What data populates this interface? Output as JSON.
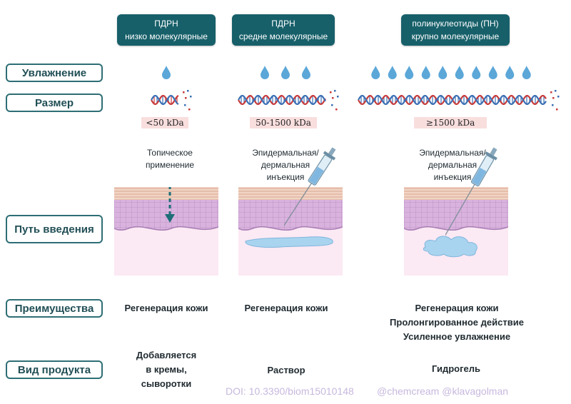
{
  "columns": [
    {
      "title_line1": "ПДРН",
      "title_line2": "низко молекулярные",
      "size": "<50 kDa",
      "route_label_line1": "Топическое",
      "route_label_line2": "применение",
      "benefits": [
        "Регенерация кожи"
      ],
      "product_lines": [
        "Добавляется",
        "в кремы,",
        "сыворотки"
      ]
    },
    {
      "title_line1": "ПДРН",
      "title_line2": "средне молекулярные",
      "size": "50-1500 kDa",
      "route_label_line1": "Эпидермальная/",
      "route_label_line2": "дермальная",
      "route_label_line3": "инъекция",
      "benefits": [
        "Регенерация кожи"
      ],
      "product_lines": [
        "Раствор"
      ]
    },
    {
      "title_line1": "полинуклеотиды (ПН)",
      "title_line2": "крупно молекулярные",
      "size": "≥1500 kDa",
      "route_label_line1": "Эпидермальная/",
      "route_label_line2": "дермальная",
      "route_label_line3": "инъекция",
      "benefits": [
        "Регенерация кожи",
        "Пролонгированное действие",
        "Усиленное увлажнение"
      ],
      "product_lines": [
        "Гидрогель"
      ]
    }
  ],
  "rows": {
    "hydration": "Увлажнение",
    "size": "Размер",
    "route": "Путь введения",
    "benefits": "Преимущества",
    "product": "Вид продукта"
  },
  "drops_count": [
    1,
    3,
    10
  ],
  "footer": {
    "doi": "DOI: 10.3390/biom15010148",
    "handles": "@chemcream @klavagolman"
  },
  "colors": {
    "header_bg": "#17606a",
    "row_border": "#2e6e75",
    "drop": "#5ba7d8",
    "dna_red": "#c83a3a",
    "dna_blue": "#3a6fb4",
    "kda_bg": "#f9dede",
    "footer": "#c7b8de"
  }
}
